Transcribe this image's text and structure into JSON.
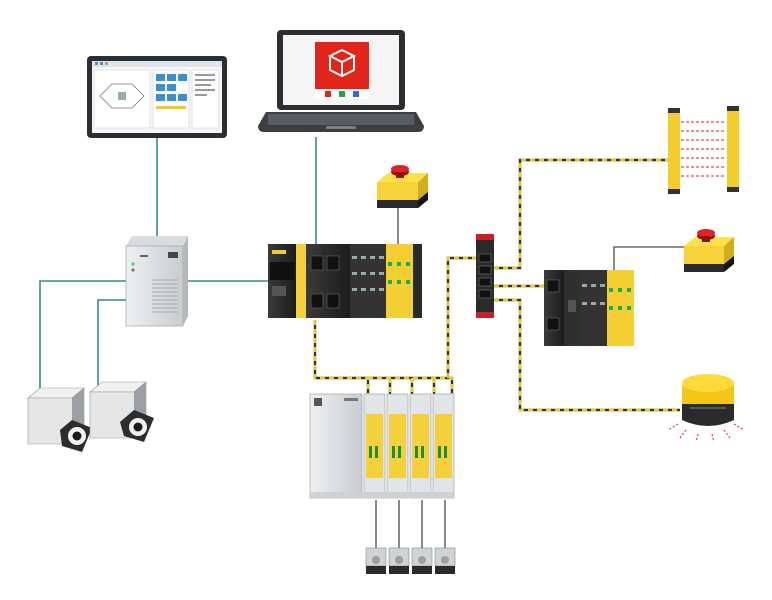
{
  "diagram": {
    "nodes": [
      {
        "id": "hmi_monitor",
        "icon": "monitor-hmi-icon"
      },
      {
        "id": "laptop_tool",
        "icon": "laptop-config-icon"
      },
      {
        "id": "industrial_pc",
        "icon": "industrial-pc-icon"
      },
      {
        "id": "camera_1",
        "icon": "camera-icon"
      },
      {
        "id": "camera_2",
        "icon": "camera-icon"
      },
      {
        "id": "safety_controller",
        "icon": "safety-controller-icon"
      },
      {
        "id": "emergency_stop_top",
        "icon": "emergency-stop-icon"
      },
      {
        "id": "network_switch",
        "icon": "network-switch-icon"
      },
      {
        "id": "light_curtain",
        "icon": "light-curtain-icon"
      },
      {
        "id": "remote_io",
        "icon": "remote-io-icon"
      },
      {
        "id": "emergency_stop_right",
        "icon": "emergency-stop-icon"
      },
      {
        "id": "laser_scanner",
        "icon": "laser-scanner-icon"
      },
      {
        "id": "servo_drive_rack",
        "icon": "servo-drive-rack-icon"
      },
      {
        "id": "servo_motor_1",
        "icon": "servo-motor-icon"
      },
      {
        "id": "servo_motor_2",
        "icon": "servo-motor-icon"
      },
      {
        "id": "servo_motor_3",
        "icon": "servo-motor-icon"
      },
      {
        "id": "servo_motor_4",
        "icon": "servo-motor-icon"
      }
    ],
    "colors": {
      "ethernet": "#2e8f86",
      "safety_bus": "#e8c200",
      "hardwire": "#444444",
      "device_yellow": "#f7d23a",
      "device_dark": "#2a2a2a",
      "alert_red": "#d81f1f"
    }
  }
}
